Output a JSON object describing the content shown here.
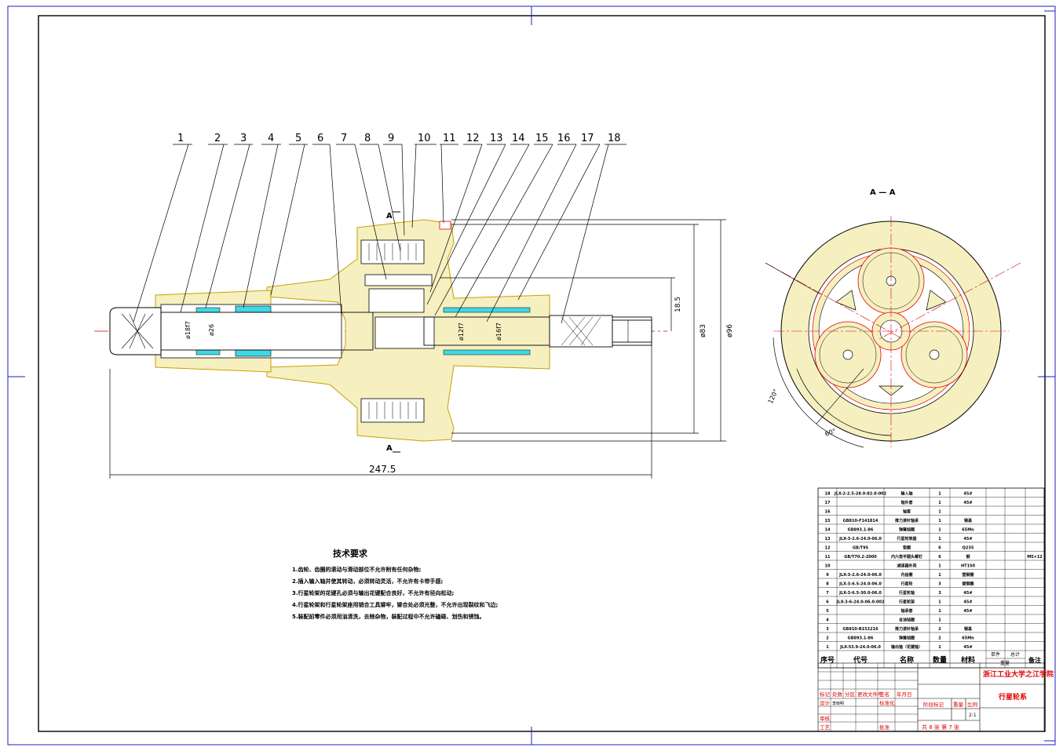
{
  "section_label": "A — A",
  "section_mark": "A",
  "balloons": [
    "1",
    "2",
    "3",
    "4",
    "5",
    "6",
    "7",
    "8",
    "9",
    "10",
    "11",
    "12",
    "13",
    "14",
    "15",
    "16",
    "17",
    "18"
  ],
  "dimensions": {
    "overall_length": "247.5",
    "d83": "ø83",
    "d96": "ø96",
    "h18_5": "18.5",
    "d18": "ø18f7",
    "d26": "ø26",
    "d12": "ø12f7",
    "d16": "ø16f7",
    "angle_120": "120°",
    "angle_60": "60°"
  },
  "tech": {
    "title": "技术要求",
    "items": [
      "1.齿轮、齿圈的滚动与滑动部位不允许附有任何杂物;",
      "2.插入输入轴并使其转动，必须转动灵活，不允许有卡带手感;",
      "3.行星轮架的花键孔必须与输出花键配合良好，不允许有径向松动;",
      "4.行星轮架和行星轮架座用销合工具铆牢，铆合处必须光整，不允许出现裂纹和飞边;",
      "5.装配前零件必须用油清洗，去除杂物，装配过程中不允许磕碰、划伤和锈蚀。"
    ]
  },
  "bom": {
    "rows": [
      {
        "no": "18",
        "code": "JLX-2-2.5-28.0-82.0-002",
        "name": "输入轴",
        "qty": "1",
        "mat": "45#",
        "note": ""
      },
      {
        "no": "17",
        "code": "",
        "name": "轴外套",
        "qty": "1",
        "mat": "45#",
        "note": ""
      },
      {
        "no": "16",
        "code": "",
        "name": "轴套",
        "qty": "1",
        "mat": "",
        "note": ""
      },
      {
        "no": "15",
        "code": "GB810-F141814",
        "name": "推力滚针轴承",
        "qty": "1",
        "mat": "钢基",
        "note": ""
      },
      {
        "no": "14",
        "code": "GB893.1-86",
        "name": "弹簧挡圈",
        "qty": "1",
        "mat": "65Mn",
        "note": ""
      },
      {
        "no": "13",
        "code": "JLX-3-2.6-24.0-06.0",
        "name": "行星轮架座",
        "qty": "1",
        "mat": "45#",
        "note": ""
      },
      {
        "no": "12",
        "code": "GB/T95",
        "name": "垫圈",
        "qty": "6",
        "mat": "Q235",
        "note": ""
      },
      {
        "no": "11",
        "code": "GB/T70.2-2000",
        "name": "内六角平圆头螺钉",
        "qty": "6",
        "mat": "钢",
        "note": "M5×12"
      },
      {
        "no": "10",
        "code": "",
        "name": "减速器外壳",
        "qty": "1",
        "mat": "HT150",
        "note": ""
      },
      {
        "no": "9",
        "code": "JLX-3-2.6-24.0-06.0",
        "name": "内齿圈",
        "qty": "1",
        "mat": "塑钢圈",
        "note": ""
      },
      {
        "no": "8",
        "code": "JLX-3-6.5-24.0-06.0",
        "name": "行星轮",
        "qty": "3",
        "mat": "塑钢圈",
        "note": ""
      },
      {
        "no": "7",
        "code": "JLX-3-6.5-30.0-06.0",
        "name": "行星轮轴",
        "qty": "3",
        "mat": "45#",
        "note": ""
      },
      {
        "no": "6",
        "code": "JLX-3-6-24.0-06.0-002",
        "name": "行星轮架",
        "qty": "1",
        "mat": "45#",
        "note": ""
      },
      {
        "no": "5",
        "code": "",
        "name": "轴承套",
        "qty": "1",
        "mat": "45#",
        "note": ""
      },
      {
        "no": "4",
        "code": "",
        "name": "含油毡圈",
        "qty": "1",
        "mat": "",
        "note": ""
      },
      {
        "no": "3",
        "code": "GB810-B152216",
        "name": "推力滚针轴承",
        "qty": "2",
        "mat": "钢基",
        "note": ""
      },
      {
        "no": "2",
        "code": "GB893.1-86",
        "name": "弹簧挡圈",
        "qty": "2",
        "mat": "65Mn",
        "note": ""
      },
      {
        "no": "1",
        "code": "JLX-53.9-24.0-06.0",
        "name": "输出轴（花键轴）",
        "qty": "1",
        "mat": "45#",
        "note": ""
      }
    ],
    "header": {
      "no": "序号",
      "code": "代号",
      "name": "名称",
      "qty": "数量",
      "mat": "材料",
      "unit": "单件",
      "total": "总计",
      "weight": "重量",
      "note": "备注"
    }
  },
  "title_block": {
    "school": "浙江工业大学之江学院",
    "drawing_name": "行星轮系",
    "revision_header": [
      "标记",
      "处数",
      "分区",
      "更改文件号",
      "签名",
      "年月日"
    ],
    "roles": [
      "设计",
      "审核",
      "工艺"
    ],
    "designer": "李晓明",
    "standardization": "标准化",
    "approve": "批准",
    "stage": "阶段标记",
    "weight": "重量",
    "scale_label": "比例",
    "scale": "2:1",
    "sheets": "共 8 张   第 7 张"
  },
  "colors": {
    "part_yellow": "#f6f0c0",
    "part_edge": "#c8a000",
    "felt_cyan": "#40d8e6",
    "line_red": "#e00000",
    "frame_blue": "#1c1cc0"
  }
}
